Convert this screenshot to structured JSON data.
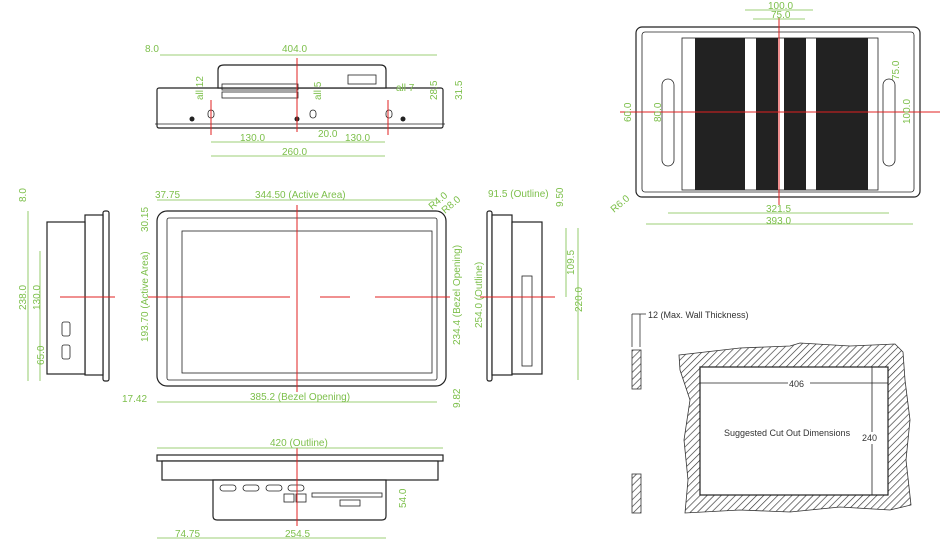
{
  "top_view": {
    "width": "404.0",
    "offset": "8.0",
    "h1": "28.5",
    "h2": "31.5",
    "left": "130.0",
    "center": "20.0",
    "right": "130.0",
    "span": "260.0",
    "all12": "all 12",
    "all5": "all 5",
    "all7": "all 7"
  },
  "front_view": {
    "a": "37.75",
    "active_w": "344.50 (Active Area)",
    "radius1": "R4.0",
    "radius2": "R8.0",
    "top": "30.15",
    "active_h": "193.70 (Active Area)",
    "bezel_h": "234.4 (Bezel Opening)",
    "left": "17.42",
    "bezel_w": "385.2 (Bezel Opening)",
    "bottom": "9.82"
  },
  "left_view": {
    "top": "8.0",
    "height": "238.0",
    "mid": "130.0",
    "low": "65.0"
  },
  "right_view": {
    "outline_d": "91.5 (Outline)",
    "top": "9.50",
    "upper": "109.5",
    "height": "220.0",
    "outline_h": "254.0 (Outline)"
  },
  "bottom_view": {
    "outline": "420 (Outline)",
    "depth": "54.0",
    "left": "74.75",
    "span": "254.5"
  },
  "back_view": {
    "vesa100": "100.0",
    "vesa75": "75.0",
    "h60": "60.0",
    "h80": "80.0",
    "rv75": "75.0",
    "rv100": "100.0",
    "span": "321.5",
    "width": "393.0",
    "radius": "R6.0"
  },
  "cutout": {
    "wall": "12 (Max. Wall Thickness)",
    "width": "406",
    "title": "Suggested Cut Out Dimensions",
    "height": "240"
  }
}
